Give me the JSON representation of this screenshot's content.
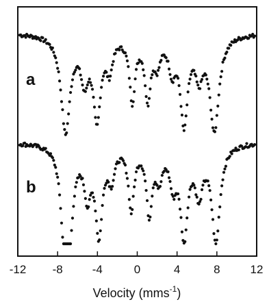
{
  "chart_data": {
    "type": "scatter",
    "title": "",
    "xlabel": "Velocity (mms",
    "xlabel_sup": "-1",
    "xlabel_close": ")",
    "ylabel": "",
    "xlim": [
      -12,
      12
    ],
    "xticks": [
      -12,
      -8,
      -4,
      0,
      4,
      8,
      12
    ],
    "tick_labels": [
      "-12",
      "-8",
      "-4",
      "0",
      "4",
      "8",
      "12"
    ],
    "grid": false,
    "legend": "none",
    "marker_color": "#111111",
    "panels": [
      {
        "label": "a",
        "baseline": 1.0,
        "lines": [
          {
            "v": -7.2,
            "depth": 0.95,
            "width": 0.55
          },
          {
            "v": -4.05,
            "depth": 0.8,
            "width": 0.45
          },
          {
            "v": -0.5,
            "depth": 0.62,
            "width": 0.35
          },
          {
            "v": 1.05,
            "depth": 0.6,
            "width": 0.35
          },
          {
            "v": 4.7,
            "depth": 0.85,
            "width": 0.45
          },
          {
            "v": 7.75,
            "depth": 0.93,
            "width": 0.55
          },
          {
            "v": -5.3,
            "depth": 0.4,
            "width": 0.45
          },
          {
            "v": -2.8,
            "depth": 0.3,
            "width": 0.4
          },
          {
            "v": 2.0,
            "depth": 0.25,
            "width": 0.4
          },
          {
            "v": 3.5,
            "depth": 0.3,
            "width": 0.4
          },
          {
            "v": 6.2,
            "depth": 0.35,
            "width": 0.45
          }
        ]
      },
      {
        "label": "b",
        "baseline": 1.0,
        "lines": [
          {
            "v": -6.9,
            "depth": 0.95,
            "width": 0.5
          },
          {
            "v": -3.85,
            "depth": 0.85,
            "width": 0.42
          },
          {
            "v": -0.6,
            "depth": 0.62,
            "width": 0.35
          },
          {
            "v": 1.2,
            "depth": 0.65,
            "width": 0.35
          },
          {
            "v": 4.7,
            "depth": 0.88,
            "width": 0.45
          },
          {
            "v": 7.9,
            "depth": 0.95,
            "width": 0.5
          },
          {
            "v": -7.4,
            "depth": 0.55,
            "width": 0.4
          },
          {
            "v": -5.0,
            "depth": 0.45,
            "width": 0.4
          },
          {
            "v": -2.6,
            "depth": 0.3,
            "width": 0.4
          },
          {
            "v": 2.2,
            "depth": 0.3,
            "width": 0.4
          },
          {
            "v": 3.6,
            "depth": 0.35,
            "width": 0.4
          },
          {
            "v": 6.2,
            "depth": 0.45,
            "width": 0.45
          }
        ]
      }
    ]
  }
}
